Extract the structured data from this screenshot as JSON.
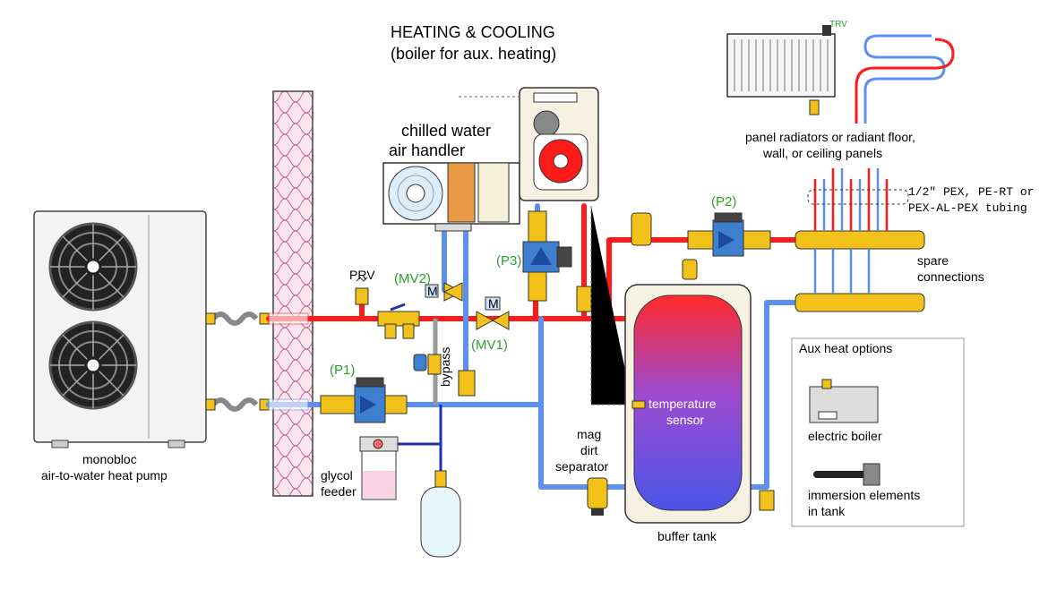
{
  "title": {
    "line1": "HEATING & COOLING",
    "line2": "(boiler for aux. heating)"
  },
  "labels": {
    "heat_pump_1": "monobloc",
    "heat_pump_2": "air-to-water heat pump",
    "air_handler_1": "chilled water",
    "air_handler_2": "air handler",
    "prv": "PRV",
    "mv2": "(MV2)",
    "mv1": "(MV1)",
    "p1": "(P1)",
    "p2": "(P2)",
    "p3": "(P3)",
    "motor_m1": "M",
    "motor_m2": "M",
    "bypass": "bypass",
    "glycol_1": "glycol",
    "glycol_2": "feeder",
    "mag_1": "mag",
    "mag_2": "dirt",
    "mag_3": "separator",
    "temp_sensor_1": "temperature",
    "temp_sensor_2": "sensor",
    "buffer_tank": "buffer tank",
    "trv": "TRV",
    "panel_1": "panel radiators or radiant floor,",
    "panel_2": "wall, or ceiling panels",
    "tubing_1": "1/2\" PEX, PE-RT or",
    "tubing_2": "PEX-AL-PEX tubing",
    "spare_1": "spare",
    "spare_2": "connections",
    "aux_title": "Aux heat options",
    "electric_boiler": "electric boiler",
    "immersion_1": "immersion elements",
    "immersion_2": "in tank"
  },
  "colors": {
    "hot_pipe": "#ff1a1a",
    "cold_pipe": "#5b8ff0",
    "glycol_line": "#1e2fb0",
    "brass": "#f2c21a",
    "label_green": "#2aa12a"
  }
}
